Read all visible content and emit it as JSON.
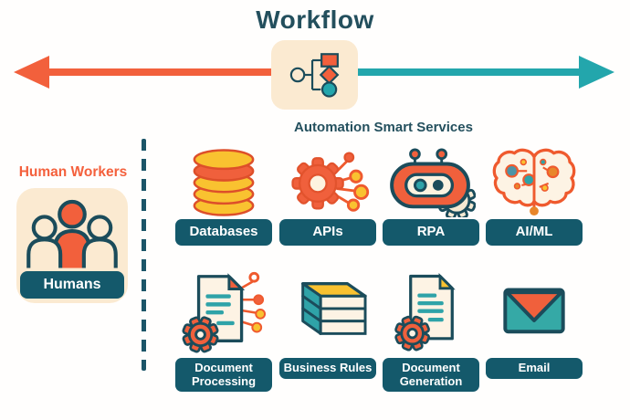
{
  "title": "Workflow",
  "center_icon": "flowchart-icon",
  "automation": {
    "heading": "Automation Smart Services"
  },
  "human": {
    "heading": "Human Workers",
    "badge_label": "Humans",
    "icon": "people-icon"
  },
  "services": [
    {
      "label": "Databases",
      "icon": "database-stack-icon"
    },
    {
      "label": "APIs",
      "icon": "gear-network-icon"
    },
    {
      "label": "RPA",
      "icon": "robot-gear-icon"
    },
    {
      "label": "AI/ML",
      "icon": "circuit-brain-icon"
    },
    {
      "label": "Document Processing",
      "icon": "document-gear-network-icon"
    },
    {
      "label": "Business Rules",
      "icon": "books-stack-icon"
    },
    {
      "label": "Document Generation",
      "icon": "document-gear-icon"
    },
    {
      "label": "Email",
      "icon": "envelope-icon"
    }
  ],
  "colors": {
    "orange": "#F2603C",
    "teal": "#23A6AC",
    "dark_teal": "#14596B",
    "outline": "#1B4C5B",
    "cream": "#FBEAD1",
    "yellow": "#F9C230",
    "heading_text": "#24505E",
    "human_heading_text": "#F4603C",
    "badge_text": "#FFFFFF"
  }
}
